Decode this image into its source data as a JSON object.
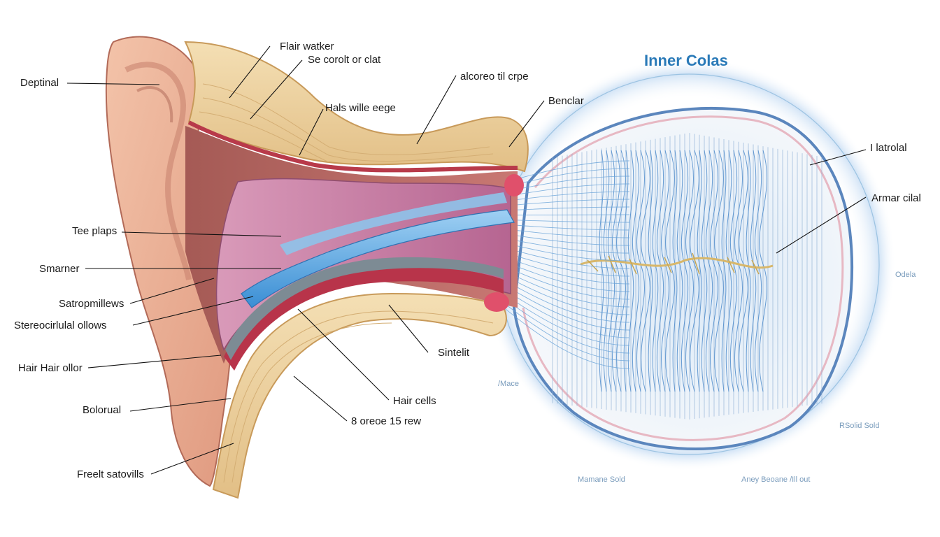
{
  "title": "Inner Colas",
  "labels": {
    "deptinal": "Deptinal",
    "flair_watker": "Flair watker",
    "se_corolt": "Se corolt or clat",
    "hals_wille": "Hals wille eege",
    "alcoreo": "alcoreo til crpe",
    "benclar": "Benclar",
    "latrolal": "I latrolal",
    "armar_cilal": "Armar cilal",
    "tee_plaps": "Tee plaps",
    "smarner": "Smarner",
    "satropmillews": "Satropmillews",
    "stereocirlulal": "Stereocirlulal ollows",
    "hair_hair_ollor": "Hair Hair ollor",
    "bolorual": "Bolorual",
    "freelt_satovills": "Freelt satovills",
    "sintelit": "Sintelit",
    "hair_cells": "Hair cells",
    "8_oreoe": "8 oreoe 15 rew"
  },
  "faint_labels": {
    "odela": "Odela",
    "mace": "/Mace",
    "rsolid": "RSolid Sold",
    "mamane": "Mamane Sold",
    "aney": "Aney Beoane /Ill out"
  }
}
